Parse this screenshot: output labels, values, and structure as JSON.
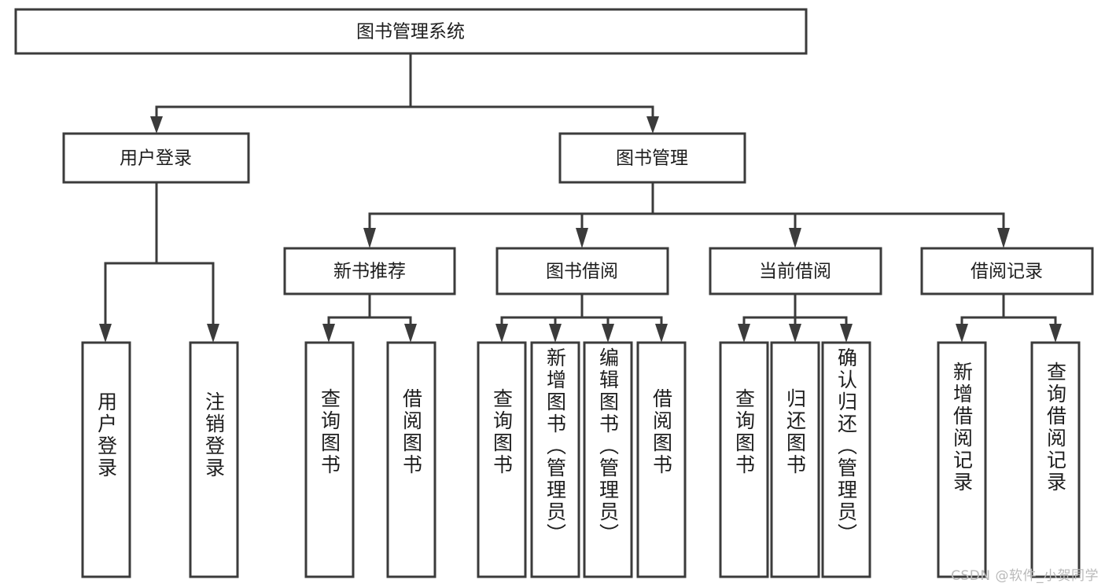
{
  "diagram": {
    "title": "图书管理系统",
    "type": "tree",
    "orientation": "top-down",
    "colors": {
      "box_stroke": "#3b3b3b",
      "box_fill": "#ffffff",
      "text": "#1d1d1d",
      "background": "#ffffff",
      "watermark": "#b9b9b9"
    },
    "levels": [
      {
        "level": 1,
        "nodes": [
          {
            "id": "root",
            "label": "图书管理系统",
            "orientation": "horizontal"
          }
        ]
      },
      {
        "level": 2,
        "nodes": [
          {
            "id": "login",
            "label": "用户登录",
            "orientation": "horizontal",
            "parent": "root"
          },
          {
            "id": "bookmgmt",
            "label": "图书管理",
            "orientation": "horizontal",
            "parent": "root"
          }
        ]
      },
      {
        "level": 3,
        "nodes": [
          {
            "id": "newbook",
            "label": "新书推荐",
            "orientation": "horizontal",
            "parent": "bookmgmt"
          },
          {
            "id": "borrow",
            "label": "图书借阅",
            "orientation": "horizontal",
            "parent": "bookmgmt"
          },
          {
            "id": "current",
            "label": "当前借阅",
            "orientation": "horizontal",
            "parent": "bookmgmt"
          },
          {
            "id": "records",
            "label": "借阅记录",
            "orientation": "horizontal",
            "parent": "bookmgmt"
          }
        ]
      },
      {
        "level": 4,
        "nodes": [
          {
            "id": "leaf1",
            "label": "用户登录",
            "orientation": "vertical",
            "parent": "login"
          },
          {
            "id": "leaf2",
            "label": "注销登录",
            "orientation": "vertical",
            "parent": "login"
          },
          {
            "id": "leaf3",
            "label": "查询图书",
            "orientation": "vertical",
            "parent": "newbook"
          },
          {
            "id": "leaf4",
            "label": "借阅图书",
            "orientation": "vertical",
            "parent": "newbook"
          },
          {
            "id": "leaf5",
            "label": "查询图书",
            "orientation": "vertical",
            "parent": "borrow"
          },
          {
            "id": "leaf6",
            "label": "新增图书（管理员）",
            "orientation": "vertical",
            "parent": "borrow"
          },
          {
            "id": "leaf7",
            "label": "编辑图书（管理员）",
            "orientation": "vertical",
            "parent": "borrow"
          },
          {
            "id": "leaf8",
            "label": "借阅图书",
            "orientation": "vertical",
            "parent": "borrow"
          },
          {
            "id": "leaf9",
            "label": "查询图书",
            "orientation": "vertical",
            "parent": "current"
          },
          {
            "id": "leaf10",
            "label": "归还图书",
            "orientation": "vertical",
            "parent": "current"
          },
          {
            "id": "leaf11",
            "label": "确认归还（管理员）",
            "orientation": "vertical",
            "parent": "current"
          },
          {
            "id": "leaf12",
            "label": "新增借阅记录",
            "orientation": "vertical",
            "parent": "records"
          },
          {
            "id": "leaf13",
            "label": "查询借阅记录",
            "orientation": "vertical",
            "parent": "records"
          }
        ]
      }
    ]
  },
  "watermark": {
    "text": "CSDN @软件_小贺同学"
  }
}
